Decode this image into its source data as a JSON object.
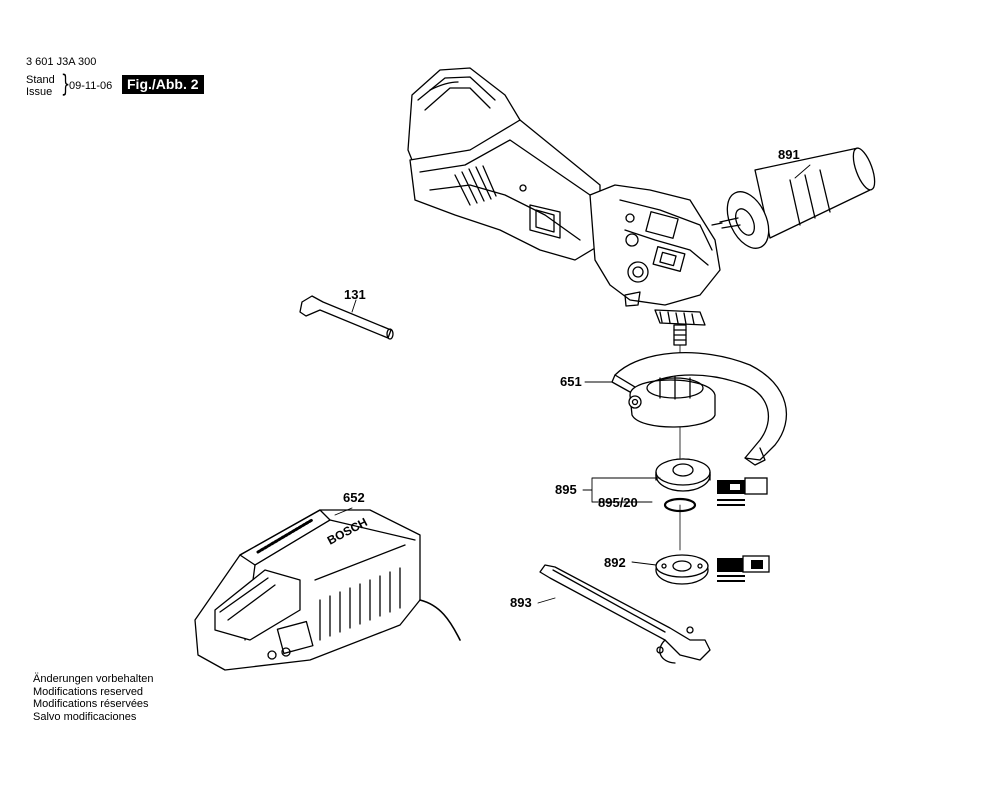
{
  "header": {
    "part_number": "3 601 J3A 300",
    "stand": "Stand",
    "issue": "Issue",
    "date": "09-11-06",
    "figure": "Fig./Abb. 2"
  },
  "labels": {
    "hex_key": "131",
    "charger": "652",
    "guard": "651",
    "handle": "891",
    "flange": "895",
    "oring": "895/20",
    "nut": "892",
    "spanner": "893",
    "charger_brand": "BOSCH"
  },
  "footer": [
    "Änderungen vorbehalten",
    "Modifications reserved",
    "Modifications réservées",
    "Salvo modificaciones"
  ]
}
